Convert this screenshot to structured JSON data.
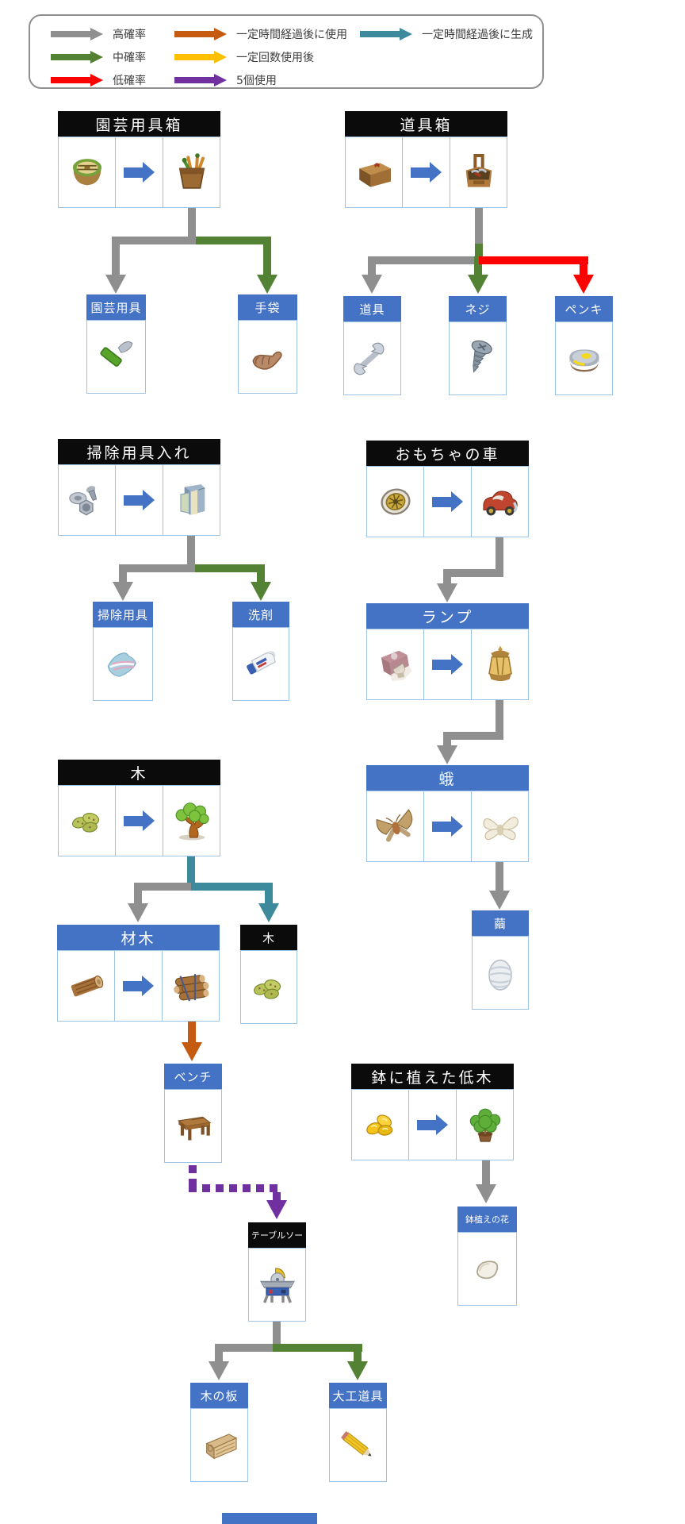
{
  "palette": {
    "header_black": "#0b0b0b",
    "header_blue": "#4472C4",
    "cell_border": "#9DC3E6",
    "merge_arrow_blue": "#4472C4",
    "gray": "#8F8F8F",
    "green": "#548235",
    "red": "#FF0000",
    "orange": "#C55A11",
    "yellow": "#FFC000",
    "purple": "#7030A0",
    "teal": "#3D8A9C"
  },
  "legend": {
    "items": [
      {
        "label": "高確率",
        "color": "#8F8F8F",
        "style": "solid"
      },
      {
        "label": "中確率",
        "color": "#548235",
        "style": "solid"
      },
      {
        "label": "低確率",
        "color": "#FF0000",
        "style": "solid"
      },
      {
        "label": "一定時間経過後に使用",
        "color": "#C55A11",
        "style": "solid"
      },
      {
        "label": "一定回数使用後",
        "color": "#FFC000",
        "style": "solid"
      },
      {
        "label": "5個使用",
        "color": "#7030A0",
        "style": "dashed"
      },
      {
        "label": "一定時間経過後に生成",
        "color": "#3D8A9C",
        "style": "solid"
      }
    ]
  },
  "nodes": {
    "gardening_toolbox": {
      "title": "園芸用具箱",
      "header": "black",
      "cells": [
        "planter-closed",
        "tool-bucket"
      ]
    },
    "gardening_tools": {
      "title": "園芸用具",
      "header": "blue",
      "cells": [
        "garden-knife"
      ]
    },
    "gloves": {
      "title": "手袋",
      "header": "blue",
      "cells": [
        "gloves"
      ]
    },
    "toolbox": {
      "title": "道具箱",
      "header": "black",
      "cells": [
        "toolbox-closed",
        "toolbox-open"
      ]
    },
    "tools": {
      "title": "道具",
      "header": "blue",
      "cells": [
        "wrench"
      ]
    },
    "screws": {
      "title": "ネジ",
      "header": "blue",
      "cells": [
        "screw"
      ]
    },
    "paint": {
      "title": "ペンキ",
      "header": "blue",
      "cells": [
        "paint-can"
      ]
    },
    "cleaning_closet": {
      "title": "掃除用具入れ",
      "header": "black",
      "cells": [
        "bolt-nut",
        "cleaning-cabinet"
      ]
    },
    "cleaning_tools": {
      "title": "掃除用具",
      "header": "blue",
      "cells": [
        "cleaning-cloth"
      ]
    },
    "detergent": {
      "title": "洗剤",
      "header": "blue",
      "cells": [
        "detergent-tube"
      ]
    },
    "toy_car": {
      "title": "おもちゃの車",
      "header": "black",
      "cells": [
        "wheel",
        "toy-car"
      ]
    },
    "lamp": {
      "title": "ランプ",
      "header": "blue",
      "cells": [
        "bulb-box",
        "lantern"
      ]
    },
    "moth": {
      "title": "蛾",
      "header": "blue",
      "cells": [
        "moth-brown",
        "moth-white"
      ]
    },
    "cocoon": {
      "title": "繭",
      "header": "blue",
      "cells": [
        "cocoon"
      ]
    },
    "tree": {
      "title": "木",
      "header": "black",
      "cells": [
        "seeds-green",
        "tree"
      ]
    },
    "lumber": {
      "title": "材木",
      "header": "blue",
      "cells": [
        "log",
        "log-bundle"
      ]
    },
    "tree_small": {
      "title": "木",
      "header": "black",
      "cells": [
        "seeds-green"
      ]
    },
    "bench": {
      "title": "ベンチ",
      "header": "blue",
      "cells": [
        "bench"
      ]
    },
    "table_saw": {
      "title": "テーブルソー",
      "header": "black",
      "cells": [
        "table-saw"
      ]
    },
    "wood_board": {
      "title": "木の板",
      "header": "blue",
      "cells": [
        "wood-plank"
      ]
    },
    "carpentry_tools": {
      "title": "大工道具",
      "header": "blue",
      "cells": [
        "pencil"
      ]
    },
    "potted_shrub": {
      "title": "鉢に植えた低木",
      "header": "black",
      "cells": [
        "seeds-yellow",
        "shrub-pot"
      ]
    },
    "potted_flower": {
      "title": "鉢植えの花",
      "header": "blue",
      "cells": [
        "white-seed"
      ]
    }
  },
  "edges": [
    {
      "from": "園芸用具箱",
      "to": "園芸用具",
      "type": "高確率"
    },
    {
      "from": "園芸用具箱",
      "to": "手袋",
      "type": "中確率"
    },
    {
      "from": "道具箱",
      "to": "道具",
      "type": "高確率"
    },
    {
      "from": "道具箱",
      "to": "ネジ",
      "type": "中確率"
    },
    {
      "from": "道具箱",
      "to": "ペンキ",
      "type": "低確率"
    },
    {
      "from": "掃除用具入れ",
      "to": "掃除用具",
      "type": "高確率"
    },
    {
      "from": "掃除用具入れ",
      "to": "洗剤",
      "type": "中確率"
    },
    {
      "from": "おもちゃの車",
      "to": "ランプ",
      "type": "高確率"
    },
    {
      "from": "ランプ",
      "to": "蛾",
      "type": "高確率"
    },
    {
      "from": "蛾",
      "to": "繭",
      "type": "高確率"
    },
    {
      "from": "木",
      "to": "材木",
      "type": "高確率"
    },
    {
      "from": "木",
      "to": "木",
      "type": "一定時間経過後に生成"
    },
    {
      "from": "材木",
      "to": "ベンチ",
      "type": "一定時間経過後に使用"
    },
    {
      "from": "ベンチ",
      "to": "テーブルソー",
      "type": "5個使用"
    },
    {
      "from": "テーブルソー",
      "to": "木の板",
      "type": "高確率"
    },
    {
      "from": "テーブルソー",
      "to": "大工道具",
      "type": "中確率"
    },
    {
      "from": "鉢に植えた低木",
      "to": "鉢植えの花",
      "type": "高確率"
    }
  ]
}
